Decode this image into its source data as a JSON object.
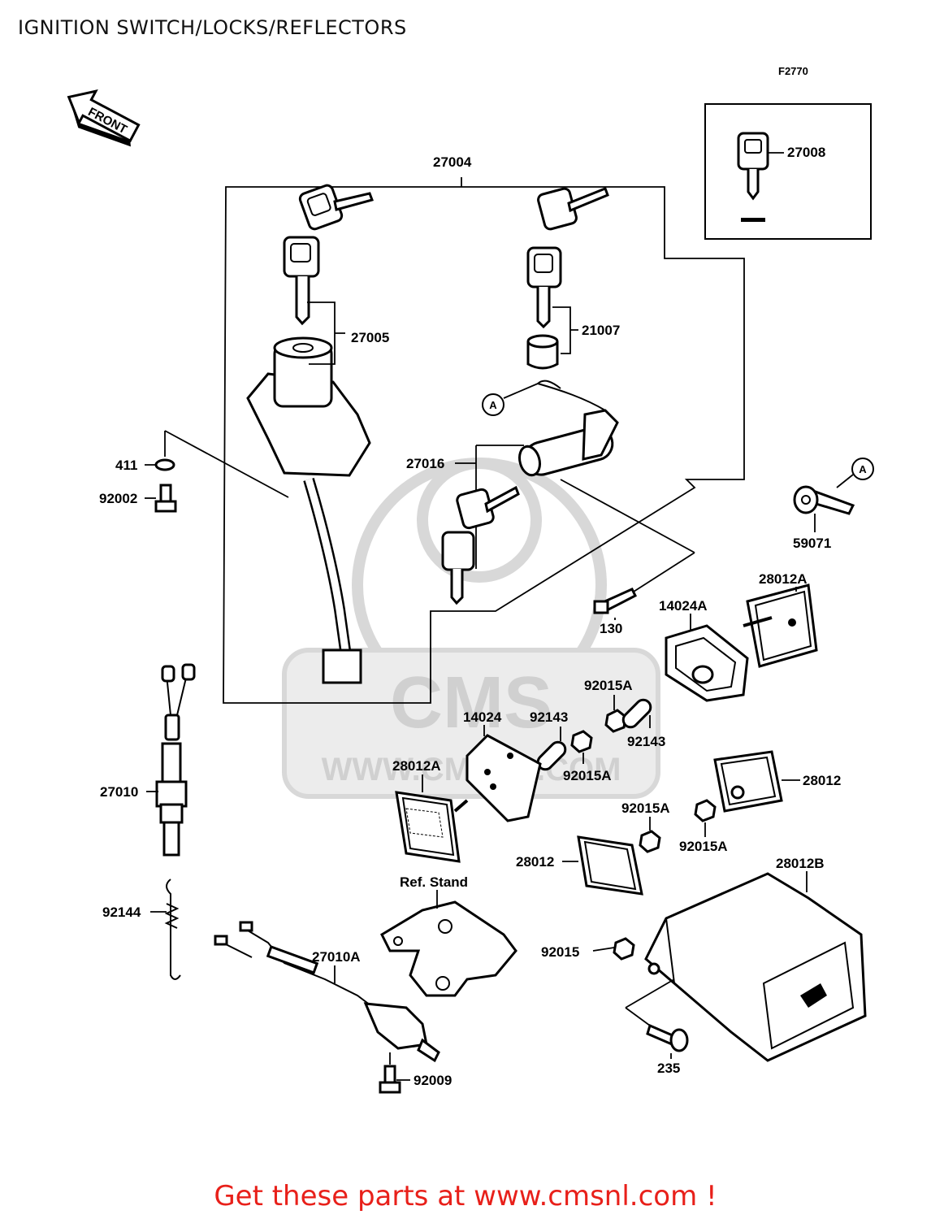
{
  "header": {
    "title": "IGNITION SWITCH/LOCKS/REFLECTORS",
    "figure_code": "F2770"
  },
  "front_arrow": "FRONT",
  "parts": {
    "p27004": "27004",
    "p27008": "27008",
    "p27005": "27005",
    "p21007": "21007",
    "p27016": "27016",
    "p411": "411",
    "p92002": "92002",
    "p59071": "59071",
    "p130": "130",
    "p14024A": "14024A",
    "p28012A_top": "28012A",
    "p92015A_a": "92015A",
    "p14024": "14024",
    "p92143_a": "92143",
    "p92143_b": "92143",
    "p92015A_b": "92015A",
    "p28012A_left": "28012A",
    "p28012_right": "28012",
    "p92015A_c": "92015A",
    "p92015A_d": "92015A",
    "p28012_mid": "28012",
    "p28012B": "28012B",
    "p27010": "27010",
    "p92144": "92144",
    "p27010A": "27010A",
    "p92015": "92015",
    "p235": "235",
    "p92009": "92009",
    "ref_stand": "Ref. Stand",
    "circle_a1": "A",
    "circle_a2": "A"
  },
  "watermark": {
    "brand": "CMS",
    "url": "WWW.CMSNL.COM"
  },
  "footer": {
    "cta": "Get these parts at www.cmsnl.com !"
  },
  "colors": {
    "footer_text": "#e8201a",
    "watermark": "#d8d8d8"
  }
}
